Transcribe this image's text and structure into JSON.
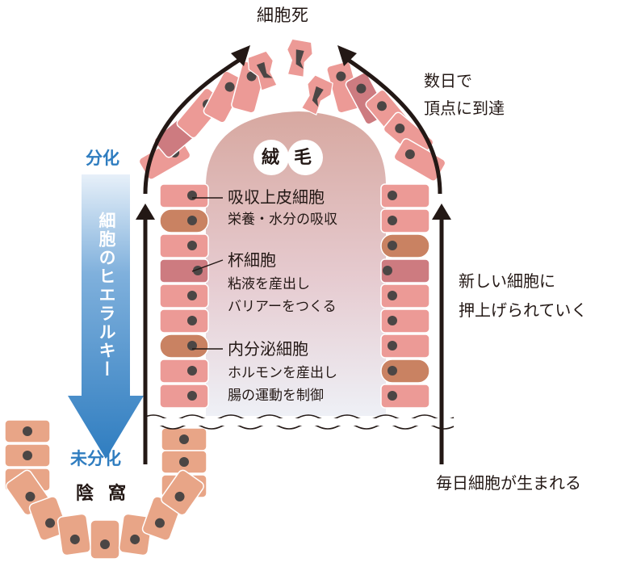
{
  "title": "細胞死",
  "villus_label": "絨毛",
  "crypt_label": "陰窩",
  "hierarchy": {
    "top": "分化",
    "arrow_text": "細胞のヒエラルキー",
    "bottom": "未分化"
  },
  "cell_types": [
    {
      "name": "吸収上皮細胞",
      "desc": [
        "栄養・水分の吸収"
      ]
    },
    {
      "name": "杯細胞",
      "desc": [
        "粘液を産出し",
        "バリアーをつくる"
      ]
    },
    {
      "name": "内分泌細胞",
      "desc": [
        "ホルモンを産出し",
        "腸の運動を制御"
      ]
    }
  ],
  "notes": {
    "top_right": [
      "数日で",
      "頂点に到達"
    ],
    "mid_right": [
      "新しい細胞に",
      "押上げられていく"
    ],
    "bottom_right": "毎日細胞が生まれる"
  },
  "colors": {
    "villus_cell": "#ec9a96",
    "goblet_cell": "#cd7b80",
    "endocrine_cell": "#c98262",
    "crypt_cell": "#e8a587",
    "nucleus": "#4b4645",
    "hierarchy_blue": "#2f7dc0"
  }
}
